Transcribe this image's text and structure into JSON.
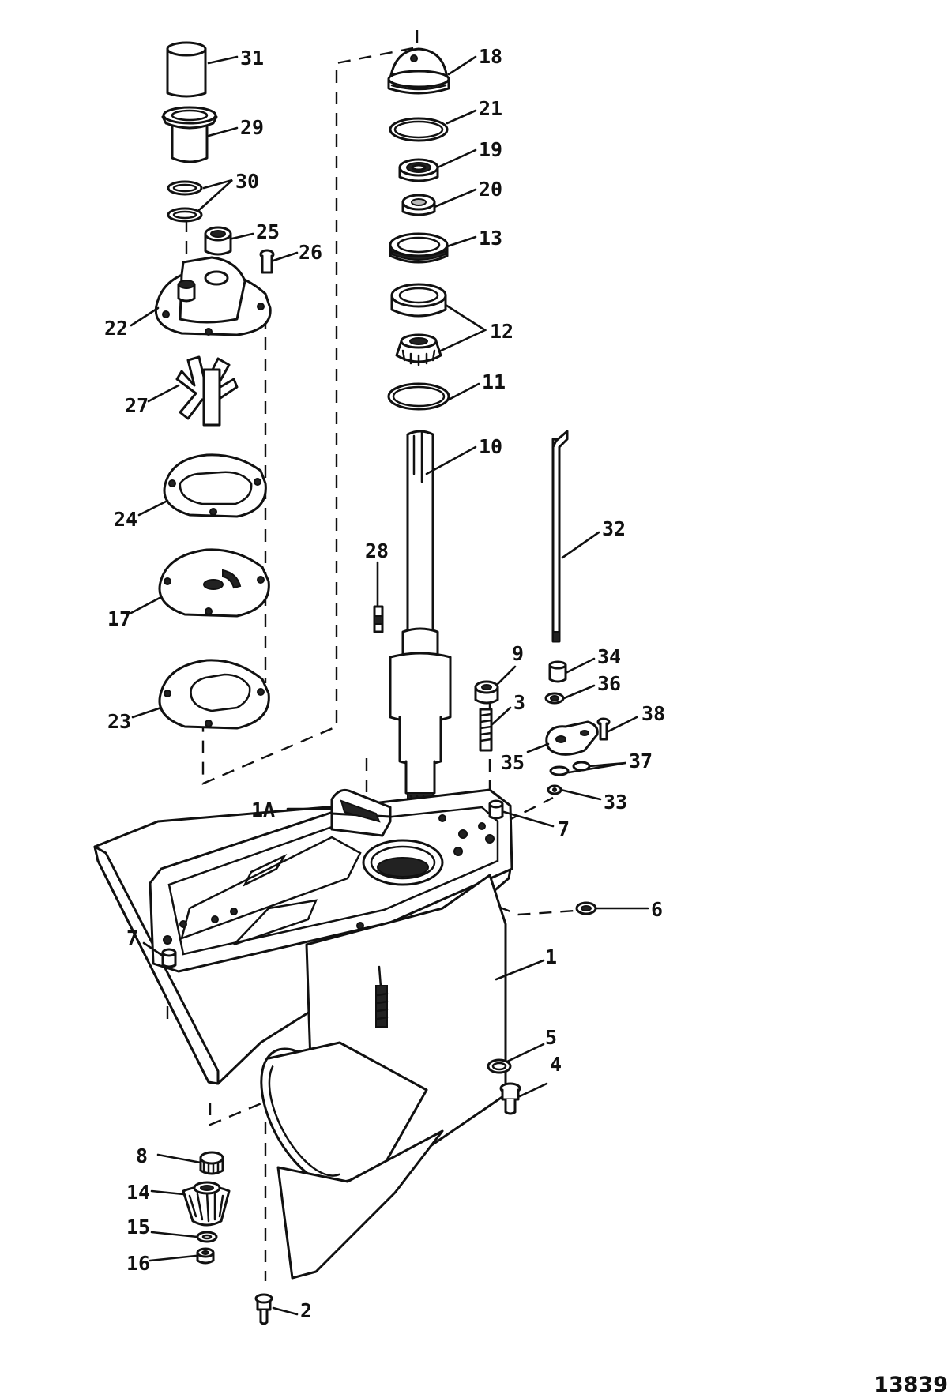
{
  "diagram": {
    "callouts": [
      "31",
      "29",
      "30",
      "25",
      "26",
      "22",
      "27",
      "24",
      "17",
      "23",
      "18",
      "21",
      "19",
      "20",
      "13",
      "12",
      "11",
      "10",
      "28",
      "32",
      "34",
      "36",
      "9",
      "3",
      "38",
      "35",
      "37",
      "33",
      "1A",
      "7",
      "6",
      "1",
      "5",
      "4",
      "8",
      "14",
      "15",
      "16",
      "2"
    ],
    "reference_number": "13839"
  }
}
